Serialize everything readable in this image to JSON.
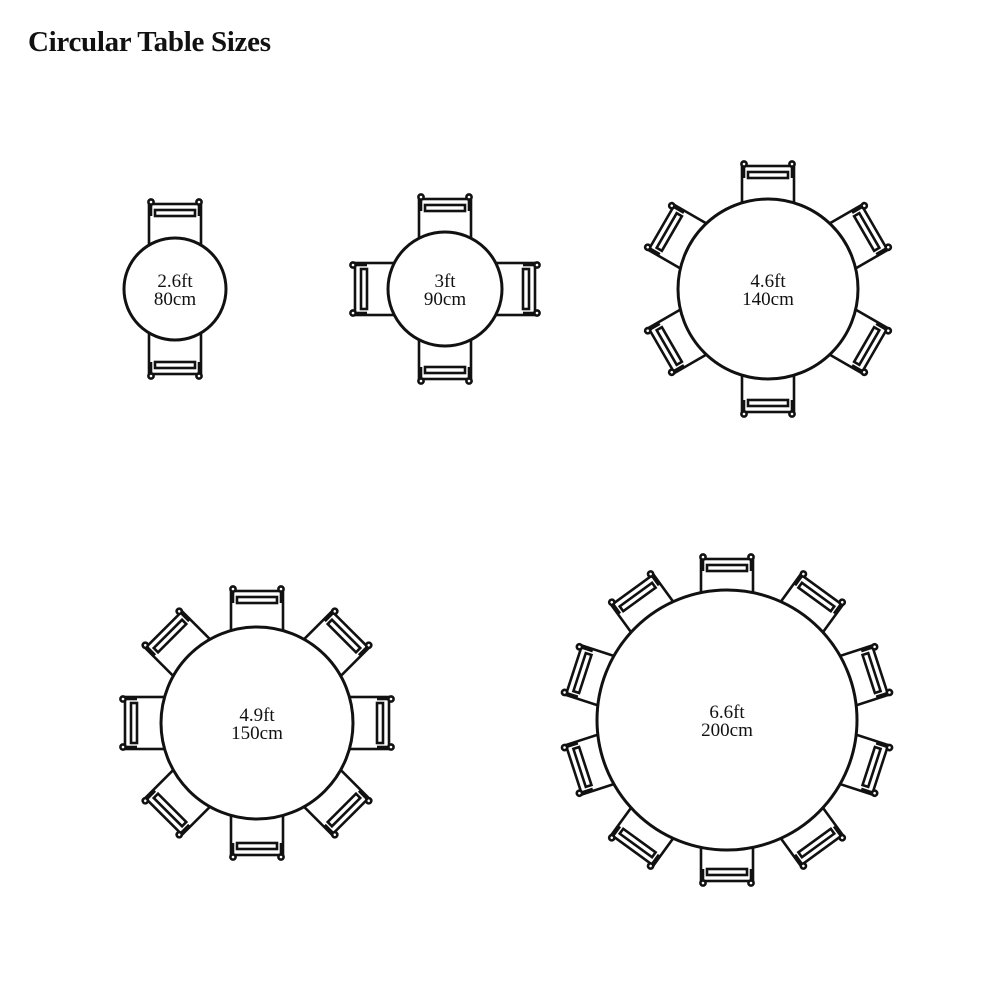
{
  "title": "Circular Table Sizes",
  "colors": {
    "line": "#111111",
    "background": "#ffffff"
  },
  "tables": [
    {
      "ft": "2.6ft",
      "cm": "80cm",
      "seats": 2
    },
    {
      "ft": "3ft",
      "cm": "90cm",
      "seats": 4
    },
    {
      "ft": "4.6ft",
      "cm": "140cm",
      "seats": 6
    },
    {
      "ft": "4.9ft",
      "cm": "150cm",
      "seats": 8
    },
    {
      "ft": "6.6ft",
      "cm": "200cm",
      "seats": 10
    }
  ]
}
